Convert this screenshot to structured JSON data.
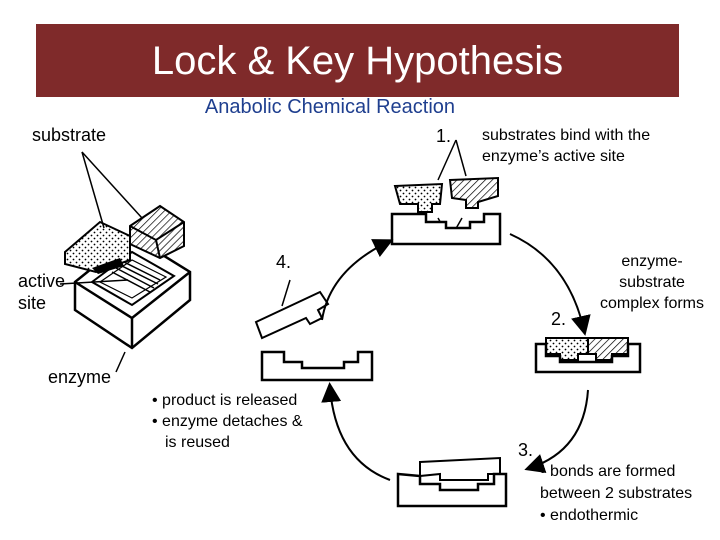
{
  "title": "Lock & Key Hypothesis",
  "subtitle": "Anabolic Chemical Reaction",
  "labels": {
    "substrate": "substrate",
    "active_site_line1": "active",
    "active_site_line2": "site",
    "enzyme": "enzyme"
  },
  "steps": {
    "step1": {
      "number": "1.",
      "line1": "substrates bind with the",
      "line2": "enzyme’s active site"
    },
    "step2": {
      "number": "2.",
      "line1": "enzyme-",
      "line2": "substrate",
      "line3": "complex forms"
    },
    "step3": {
      "number": "3.",
      "bullet1_line1": "bonds are formed",
      "bullet1_line2": "between 2 substrates",
      "bullet2": "endothermic"
    },
    "step4": {
      "number": "4.",
      "bullet1": "product is released",
      "bullet2_line1": "enzyme detaches &",
      "bullet2_line2": "is reused"
    }
  },
  "colors": {
    "title_bar": "#7f2a2a",
    "title_text": "#ffffff",
    "subtitle_text": "#1f3f8f"
  }
}
